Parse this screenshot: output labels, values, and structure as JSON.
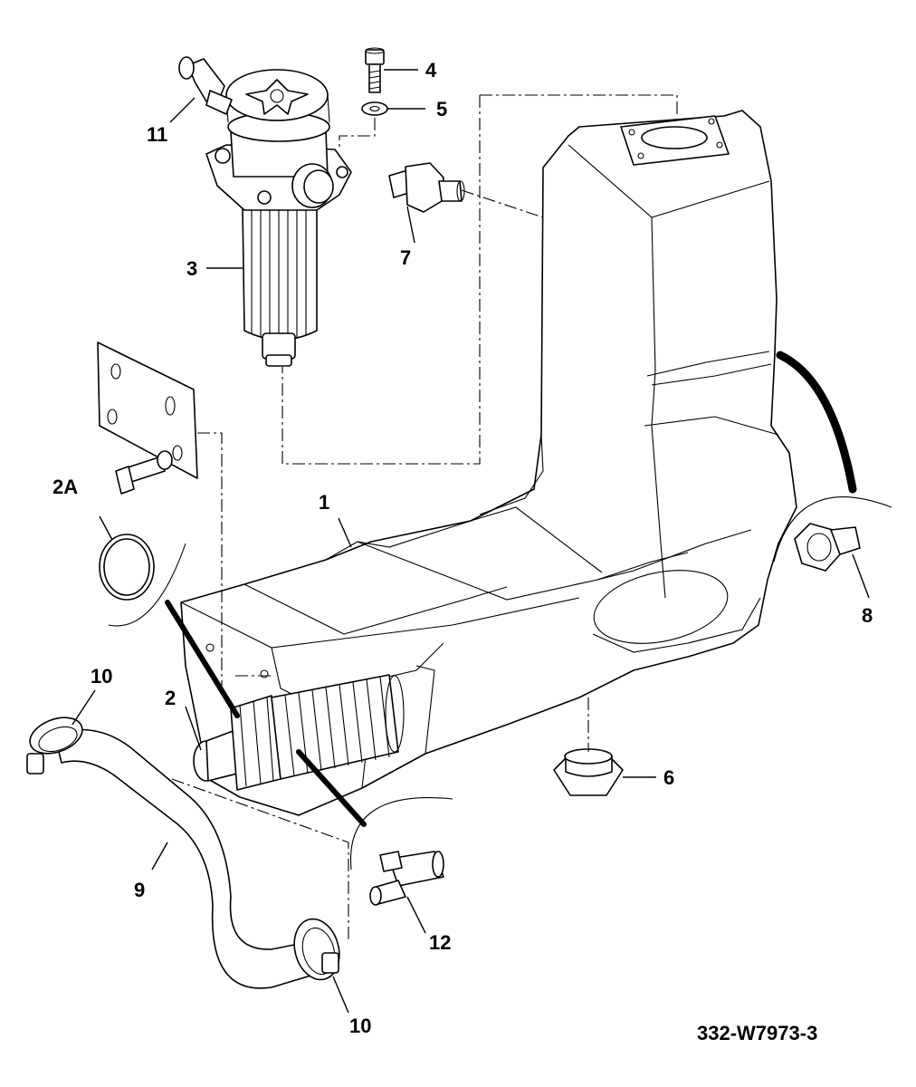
{
  "drawing_code": "332-W7973-3",
  "callouts": [
    {
      "id": "c1",
      "text": "1"
    },
    {
      "id": "c2",
      "text": "2"
    },
    {
      "id": "c2a",
      "text": "2A"
    },
    {
      "id": "c3",
      "text": "3"
    },
    {
      "id": "c4",
      "text": "4"
    },
    {
      "id": "c5",
      "text": "5"
    },
    {
      "id": "c6",
      "text": "6"
    },
    {
      "id": "c7",
      "text": "7"
    },
    {
      "id": "c8",
      "text": "8"
    },
    {
      "id": "c9",
      "text": "9"
    },
    {
      "id": "c10a",
      "text": "10"
    },
    {
      "id": "c10b",
      "text": "10"
    },
    {
      "id": "c11",
      "text": "11"
    },
    {
      "id": "c12",
      "text": "12"
    }
  ]
}
